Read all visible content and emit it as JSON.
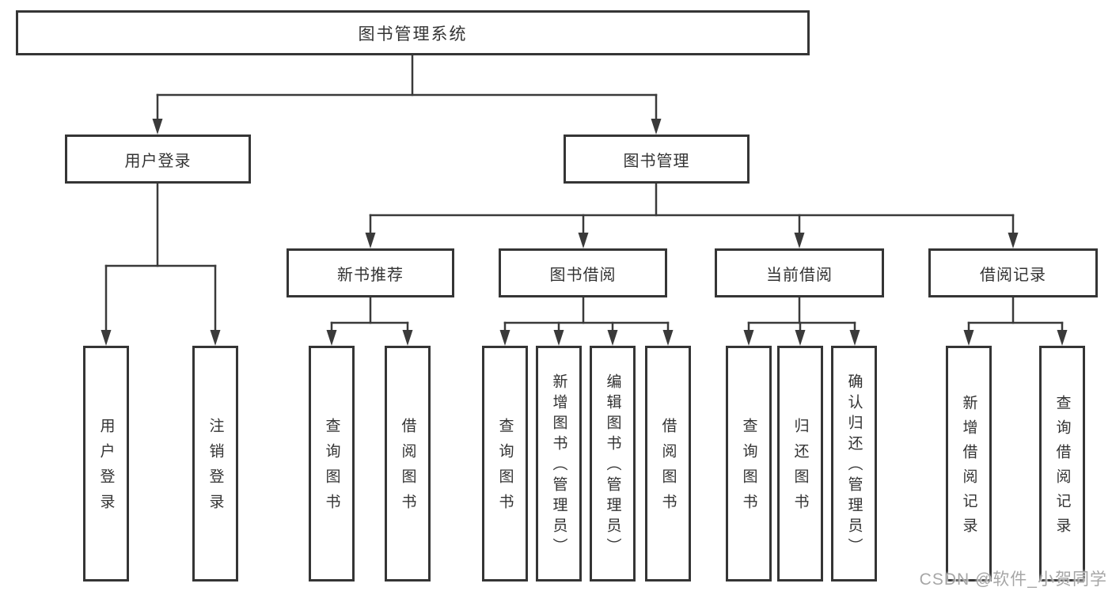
{
  "diagram": {
    "root": {
      "label": "图书管理系统"
    },
    "children": [
      {
        "label": "用户登录",
        "children": [
          {
            "label": "用户登录"
          },
          {
            "label": "注销登录"
          }
        ]
      },
      {
        "label": "图书管理",
        "children": [
          {
            "label": "新书推荐",
            "children": [
              {
                "label": "查询图书"
              },
              {
                "label": "借阅图书"
              }
            ]
          },
          {
            "label": "图书借阅",
            "children": [
              {
                "label": "查询图书"
              },
              {
                "label": "新增图书（管理员）"
              },
              {
                "label": "编辑图书（管理员）"
              },
              {
                "label": "借阅图书"
              }
            ]
          },
          {
            "label": "当前借阅",
            "children": [
              {
                "label": "查询图书"
              },
              {
                "label": "归还图书"
              },
              {
                "label": "确认归还（管理员）"
              }
            ]
          },
          {
            "label": "借阅记录",
            "children": [
              {
                "label": "新增借阅记录"
              },
              {
                "label": "查询借阅记录"
              }
            ]
          }
        ]
      }
    ]
  },
  "watermark": {
    "text": "CSDN @软件_小贺同学"
  },
  "colors": {
    "background": "#ffffff",
    "box_border": "#353535",
    "line": "#3a3a3a",
    "text": "#333333",
    "watermark": "#9e9e9e"
  }
}
